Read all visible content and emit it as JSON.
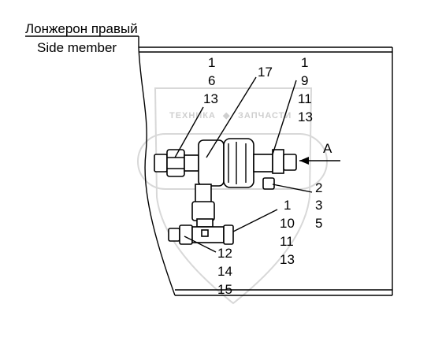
{
  "caption": {
    "ru": "Лонжерон правый",
    "en": "Side member"
  },
  "watermark": {
    "left_text": "ТЕХНИКА",
    "right_text": "ЗАПЧАСТИ"
  },
  "view_marker": "A",
  "callouts": {
    "left_group": [
      "1",
      "6",
      "13"
    ],
    "center_group": [
      "17"
    ],
    "right_top_group": [
      "1",
      "9",
      "11",
      "13"
    ],
    "right_mid_group": [
      "2",
      "3",
      "5"
    ],
    "right_low_group": [
      "1",
      "10",
      "11",
      "13"
    ],
    "bottom_group": [
      "12",
      "14",
      "15"
    ]
  }
}
